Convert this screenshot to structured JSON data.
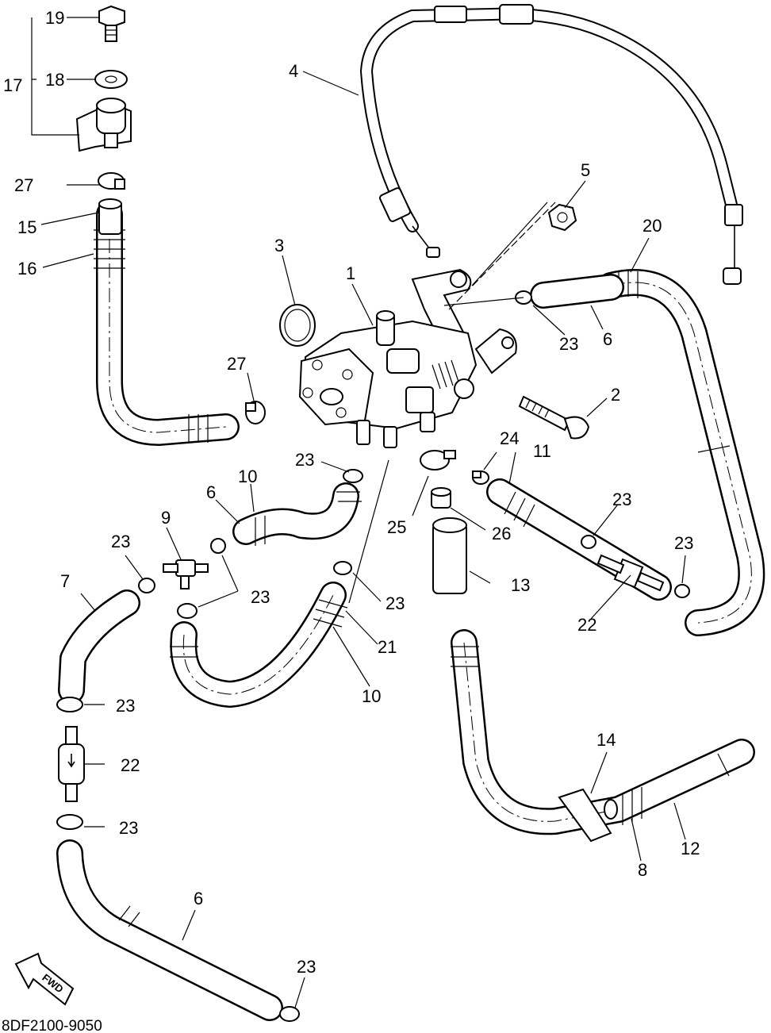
{
  "diagram": {
    "code": "8DF2100-9050",
    "fwd_label": "FWD",
    "callouts": {
      "n1": "1",
      "n2": "2",
      "n3": "3",
      "n4": "4",
      "n5": "5",
      "n6a": "6",
      "n6b": "6",
      "n6c": "6",
      "n7": "7",
      "n8": "8",
      "n9": "9",
      "n10a": "10",
      "n10b": "10",
      "n11": "11",
      "n12": "12",
      "n13": "13",
      "n14": "14",
      "n15": "15",
      "n16": "16",
      "n17": "17",
      "n18": "18",
      "n19": "19",
      "n20": "20",
      "n21": "21",
      "n22a": "22",
      "n22b": "22",
      "n23a": "23",
      "n23b": "23",
      "n23c": "23",
      "n23d": "23",
      "n23e": "23",
      "n23f": "23",
      "n23g": "23",
      "n23h": "23",
      "n23i": "23",
      "n23j": "23",
      "n24": "24",
      "n25": "25",
      "n26": "26",
      "n27a": "27",
      "n27b": "27"
    }
  }
}
